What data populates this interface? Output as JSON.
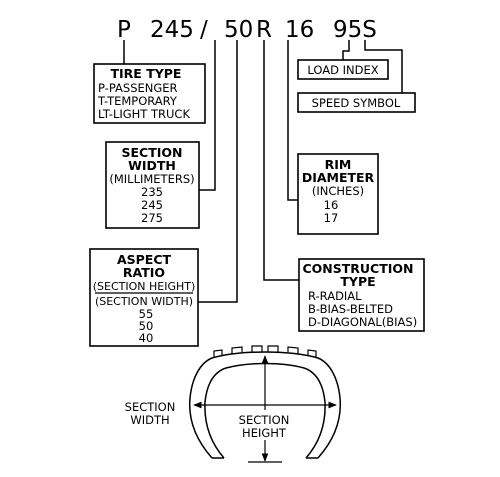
{
  "tire_code": {
    "type_letter": "P",
    "section_width": "245",
    "slash": "/",
    "aspect_ratio": "50",
    "construction": "R",
    "rim_diameter": "16",
    "service": "95S"
  },
  "tire_type": {
    "title": "TIRE TYPE",
    "lines": [
      "P-PASSENGER",
      "T-TEMPORARY",
      "LT-LIGHT TRUCK"
    ]
  },
  "section_width": {
    "title_line1": "SECTION",
    "title_line2": "WIDTH",
    "unit": "(MILLIMETERS)",
    "values": [
      "235",
      "245",
      "275"
    ]
  },
  "aspect_ratio": {
    "title_line1": "ASPECT",
    "title_line2": "RATIO",
    "numerator": "(SECTION HEIGHT)",
    "denominator": "(SECTION WIDTH)",
    "values": [
      "55",
      "50",
      "40"
    ]
  },
  "load_index": {
    "label": "LOAD INDEX"
  },
  "speed_symbol": {
    "label": "SPEED SYMBOL"
  },
  "rim_diameter": {
    "title_line1": "RIM",
    "title_line2": "DIAMETER",
    "unit": "(INCHES)",
    "values": [
      "16",
      "17"
    ]
  },
  "construction_type": {
    "title_line1": "CONSTRUCTION",
    "title_line2": "TYPE",
    "lines": [
      "R-RADIAL",
      "B-BIAS-BELTED",
      "D-DIAGONAL(BIAS)"
    ]
  },
  "cross_section": {
    "width_label_line1": "SECTION",
    "width_label_line2": "WIDTH",
    "height_label_line1": "SECTION",
    "height_label_line2": "HEIGHT"
  }
}
